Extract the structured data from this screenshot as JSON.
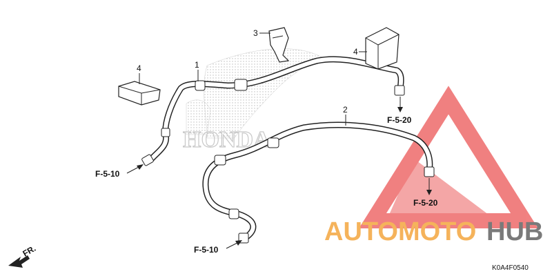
{
  "parts": {
    "p1": "1",
    "p2": "2",
    "p3": "3",
    "p4a": "4",
    "p4b": "4"
  },
  "refs": {
    "r1": "F-5-20",
    "r2": "F-5-10",
    "r3": "F-5-20",
    "r4": "F-5-10"
  },
  "front_marker": "FR.",
  "diagram_code": "K0A4F0540",
  "watermark": {
    "brand_a": "AUTOMOTO",
    "brand_b": "HUB",
    "color_a": "#f5b35b",
    "color_b": "#7a7a7a",
    "triangle_color": "#ee6b6b"
  },
  "honda_text": "HONDA"
}
